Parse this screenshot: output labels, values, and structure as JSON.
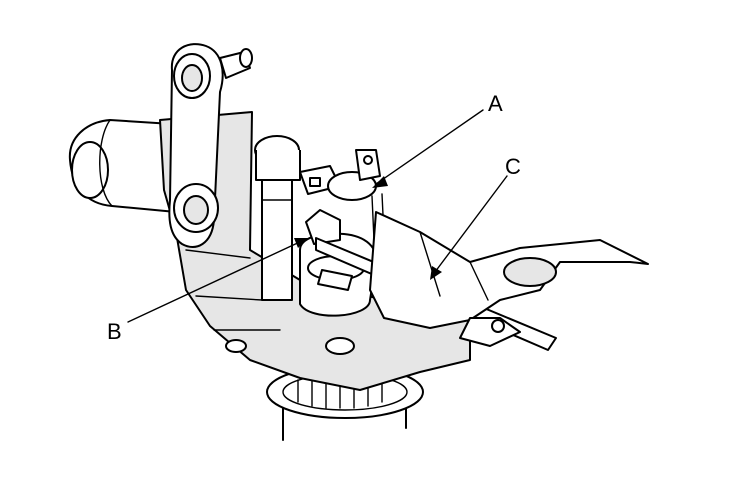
{
  "callouts": [
    {
      "id": "A",
      "label": "A"
    },
    {
      "id": "B",
      "label": "B"
    },
    {
      "id": "C",
      "label": "C"
    }
  ],
  "colors": {
    "line": "#000000",
    "background": "#ffffff",
    "shade": "#e6e6e6"
  }
}
